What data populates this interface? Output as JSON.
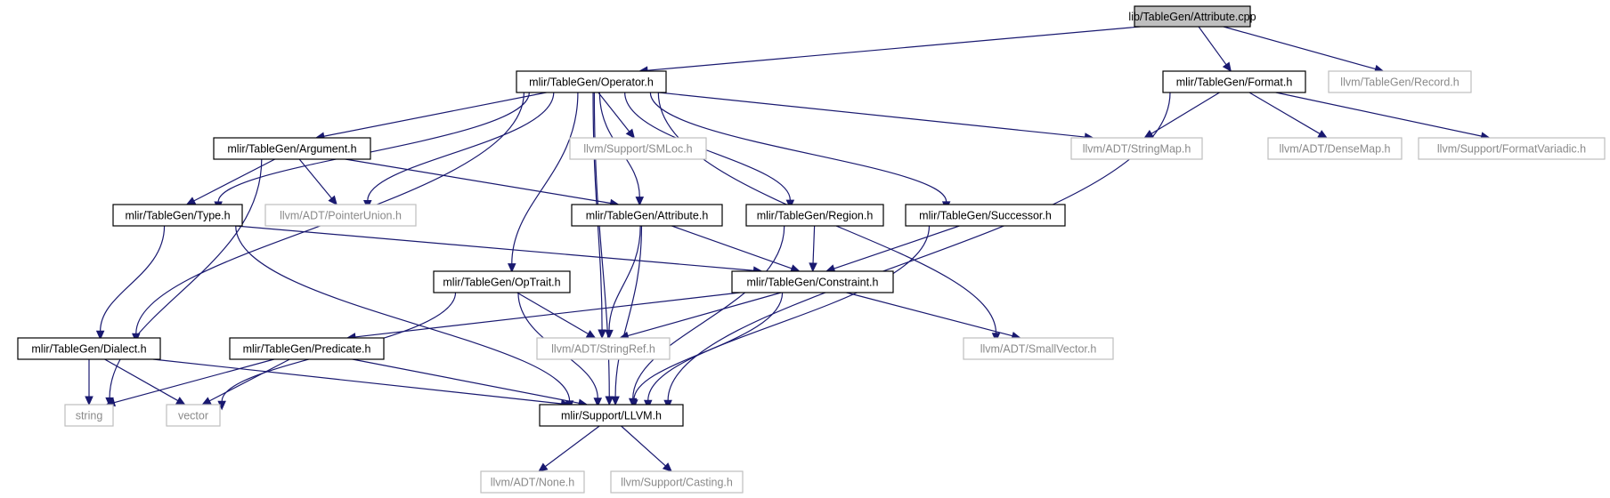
{
  "graph": {
    "nodes": [
      {
        "id": "attribute_cpp",
        "label": "lib/TableGen/Attribute.cpp",
        "kind": "root"
      },
      {
        "id": "operator_h",
        "label": "mlir/TableGen/Operator.h",
        "kind": "internal"
      },
      {
        "id": "format_h",
        "label": "mlir/TableGen/Format.h",
        "kind": "internal"
      },
      {
        "id": "record_h",
        "label": "llvm/TableGen/Record.h",
        "kind": "external"
      },
      {
        "id": "argument_h",
        "label": "mlir/TableGen/Argument.h",
        "kind": "internal"
      },
      {
        "id": "smloc_h",
        "label": "llvm/Support/SMLoc.h",
        "kind": "external"
      },
      {
        "id": "stringmap_h",
        "label": "llvm/ADT/StringMap.h",
        "kind": "external"
      },
      {
        "id": "densemap_h",
        "label": "llvm/ADT/DenseMap.h",
        "kind": "external"
      },
      {
        "id": "formatvariadic_h",
        "label": "llvm/Support/FormatVariadic.h",
        "kind": "external"
      },
      {
        "id": "type_h",
        "label": "mlir/TableGen/Type.h",
        "kind": "internal"
      },
      {
        "id": "pointerunion_h",
        "label": "llvm/ADT/PointerUnion.h",
        "kind": "external"
      },
      {
        "id": "attribute_h",
        "label": "mlir/TableGen/Attribute.h",
        "kind": "internal"
      },
      {
        "id": "region_h",
        "label": "mlir/TableGen/Region.h",
        "kind": "internal"
      },
      {
        "id": "successor_h",
        "label": "mlir/TableGen/Successor.h",
        "kind": "internal"
      },
      {
        "id": "optrait_h",
        "label": "mlir/TableGen/OpTrait.h",
        "kind": "internal"
      },
      {
        "id": "constraint_h",
        "label": "mlir/TableGen/Constraint.h",
        "kind": "internal"
      },
      {
        "id": "dialect_h",
        "label": "mlir/TableGen/Dialect.h",
        "kind": "internal"
      },
      {
        "id": "predicate_h",
        "label": "mlir/TableGen/Predicate.h",
        "kind": "internal"
      },
      {
        "id": "stringref_h",
        "label": "llvm/ADT/StringRef.h",
        "kind": "external"
      },
      {
        "id": "smallvector_h",
        "label": "llvm/ADT/SmallVector.h",
        "kind": "external"
      },
      {
        "id": "string",
        "label": "string",
        "kind": "external"
      },
      {
        "id": "vector",
        "label": "vector",
        "kind": "external"
      },
      {
        "id": "llvm_h",
        "label": "mlir/Support/LLVM.h",
        "kind": "internal"
      },
      {
        "id": "none_h",
        "label": "llvm/ADT/None.h",
        "kind": "external"
      },
      {
        "id": "casting_h",
        "label": "llvm/Support/Casting.h",
        "kind": "external"
      }
    ],
    "edges": [
      [
        "attribute_cpp",
        "operator_h"
      ],
      [
        "attribute_cpp",
        "format_h"
      ],
      [
        "attribute_cpp",
        "record_h"
      ],
      [
        "operator_h",
        "argument_h"
      ],
      [
        "operator_h",
        "smloc_h"
      ],
      [
        "operator_h",
        "stringmap_h"
      ],
      [
        "operator_h",
        "type_h"
      ],
      [
        "operator_h",
        "pointerunion_h"
      ],
      [
        "operator_h",
        "attribute_h"
      ],
      [
        "operator_h",
        "region_h"
      ],
      [
        "operator_h",
        "successor_h"
      ],
      [
        "operator_h",
        "optrait_h"
      ],
      [
        "operator_h",
        "dialect_h"
      ],
      [
        "operator_h",
        "stringref_h"
      ],
      [
        "operator_h",
        "smallvector_h"
      ],
      [
        "operator_h",
        "llvm_h"
      ],
      [
        "format_h",
        "stringmap_h"
      ],
      [
        "format_h",
        "densemap_h"
      ],
      [
        "format_h",
        "formatvariadic_h"
      ],
      [
        "format_h",
        "llvm_h"
      ],
      [
        "argument_h",
        "type_h"
      ],
      [
        "argument_h",
        "pointerunion_h"
      ],
      [
        "argument_h",
        "attribute_h"
      ],
      [
        "argument_h",
        "string"
      ],
      [
        "type_h",
        "dialect_h"
      ],
      [
        "type_h",
        "constraint_h"
      ],
      [
        "type_h",
        "llvm_h"
      ],
      [
        "attribute_h",
        "constraint_h"
      ],
      [
        "attribute_h",
        "stringref_h"
      ],
      [
        "attribute_h",
        "llvm_h"
      ],
      [
        "region_h",
        "constraint_h"
      ],
      [
        "region_h",
        "llvm_h"
      ],
      [
        "successor_h",
        "constraint_h"
      ],
      [
        "successor_h",
        "llvm_h"
      ],
      [
        "optrait_h",
        "stringref_h"
      ],
      [
        "optrait_h",
        "vector"
      ],
      [
        "optrait_h",
        "llvm_h"
      ],
      [
        "constraint_h",
        "predicate_h"
      ],
      [
        "constraint_h",
        "stringref_h"
      ],
      [
        "constraint_h",
        "smallvector_h"
      ],
      [
        "constraint_h",
        "llvm_h"
      ],
      [
        "dialect_h",
        "string"
      ],
      [
        "dialect_h",
        "vector"
      ],
      [
        "dialect_h",
        "llvm_h"
      ],
      [
        "predicate_h",
        "string"
      ],
      [
        "predicate_h",
        "vector"
      ],
      [
        "predicate_h",
        "llvm_h"
      ],
      [
        "llvm_h",
        "none_h"
      ],
      [
        "llvm_h",
        "casting_h"
      ]
    ]
  }
}
